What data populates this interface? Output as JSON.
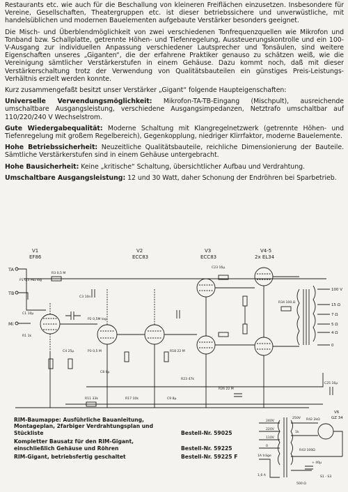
{
  "intro": "Restaurants etc. wie auch für die Beschallung von kleineren Freiflächen einzusetzen. Insbesondere für Vereine, Gesellschaften, Theatergruppen etc. ist dieser betriebssichere und unverwüstliche, mit handelsüblichen und modernen Bauelementen aufgebaute Verstärker besonders geeignet.",
  "paragraph2": "Die Misch- und Überblendmöglichkeit von zwei verschiedenen Tonfrequenzquellen wie Mikrofon und Tonband bzw. Schallplatte, getrennte Höhen- und Tiefenregelung, Aussteuerungskontrolle und ein 100-V-Ausgang zur individuellen Anpassung verschiedener Lautsprecher und Tonsäulen, sind weitere Eigenschaften unseres „Giganten“, die der erfahrene Praktiker genauso zu schätzen weiß, wie die Vereinigung sämtlicher Verstärkerstufen in einem Gehäuse. Dazu kommt noch, daß mit dieser Verstärkerschaltung trotz der Verwendung von Qualitätsbauteilen ein günstiges Preis-Leistungs-Verhältnis erzielt werden konnte.",
  "summary": "Kurz zusammengefaßt besitzt unser Verstärker „Gigant“ folgende Haupteigenschaften:",
  "features": [
    {
      "head": "Universelle Verwendungsmöglichkeit:",
      "text": " Mikrofon-TA-TB-Eingang (Mischpult), ausreichende umschaltbare Ausgangsleistung, verschiedene Ausgangsimpedanzen, Netztrafo umschaltbar auf 110/220/240 V Wechselstrom."
    },
    {
      "head": "Gute Wiedergabequalität:",
      "text": " Moderne Schaltung mit Klangregelnetzwerk (getrennte Höhen- und Tiefenregelung mit großem Regelbereich), Gegenkopplung, niedriger Klirrfaktor, moderne Bauelemente."
    },
    {
      "head": "Hohe Betriebssicherheit:",
      "text": " Neuzeitliche Qualitätsbauteile, reichliche Dimensionierung der Bauteile. Sämtliche Verstärkerstufen sind in einem Gehäuse untergebracht."
    },
    {
      "head": "Hohe Bausicherheit:",
      "text": " Keine „kritische“ Schaltung, übersichtlicher Aufbau und Verdrahtung."
    },
    {
      "head": "Umschaltbare Ausgangsleistung:",
      "text": " 12 und 30 Watt, daher Schonung der Endröhren bei Sparbetrieb."
    }
  ],
  "schematic": {
    "tubes": [
      {
        "ref": "V1",
        "type": "EF86"
      },
      {
        "ref": "V2",
        "type": "ECC83"
      },
      {
        "ref": "V3",
        "type": "ECC83"
      },
      {
        "ref": "V4-5",
        "type": "2x EL34"
      }
    ],
    "inputs": [
      "TA",
      "TB",
      "Mi"
    ],
    "outputs": [
      "100 V",
      "15 Ω",
      "7 Ω",
      "5 Ω",
      "4 Ω",
      "0"
    ],
    "parts": [
      "P1 0,5 MΩ log",
      "R3 0,5 M",
      "C1 10µ",
      "R1 1k",
      "P2 0,5M log",
      "P3 0,5 M",
      "C3 10n",
      "C4 25µ",
      "R11 33k",
      "C8 8µ",
      "R17 10k",
      "R18 22 M",
      "C9 8µ",
      "R23 47k",
      "R26 22 M",
      "C23 16µ",
      "R34 100 Ω",
      "C25 16µ"
    ]
  },
  "orders": [
    {
      "desc": "RIM-Baumappe: Ausführliche Bauanleitung, Montageplan, 2farbiger Verdrahtungsplan und Stückliste",
      "num": "Bestell-Nr. 59025"
    },
    {
      "desc": "Kompletter Bausatz für den RIM-Gigant, einschließlich Gehäuse und Röhren",
      "num": "Bestell-Nr. 59225"
    },
    {
      "desc": "RIM-Gigant, betriebsfertig geschaltet",
      "num": "Bestell-Nr. 59225 F"
    }
  ],
  "psu": {
    "tube_ref": "V6",
    "tube_type": "GZ 34",
    "labels": [
      "240V",
      "220V",
      "110V",
      "0",
      "1A träge",
      "1,6 A",
      "1k",
      "R43 100Ω",
      "R42 2kΩ",
      "250V",
      "+ 40µ",
      "500 Ω",
      "S1 - S3"
    ]
  },
  "colors": {
    "paper": "#f4f3ef",
    "ink": "#1c1c1c"
  }
}
